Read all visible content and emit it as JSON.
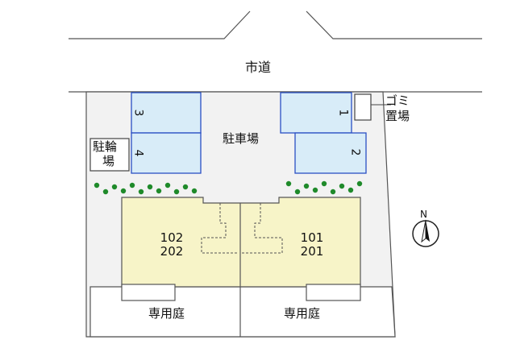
{
  "road": {
    "label": "市道"
  },
  "parking": {
    "label": "駐車場",
    "spaces": [
      {
        "number": "3"
      },
      {
        "number": "4"
      },
      {
        "number": "1"
      },
      {
        "number": "2"
      }
    ]
  },
  "bicycle_parking": {
    "line1": "駐輪",
    "line2": "場"
  },
  "garbage": {
    "line1": "ゴミ",
    "line2": "置場"
  },
  "units": [
    {
      "upper": "102",
      "lower": "202"
    },
    {
      "upper": "101",
      "lower": "201"
    }
  ],
  "gardens": [
    {
      "label": "専用庭"
    },
    {
      "label": "専用庭"
    }
  ],
  "compass": {
    "label": "N"
  },
  "colors": {
    "parking_fill": "#d8ecf8",
    "parking_stroke": "#2a4fc4",
    "unit_fill": "#f7f4c8",
    "lot_fill": "#f2f2f2",
    "tree": "#1f8a2a"
  }
}
